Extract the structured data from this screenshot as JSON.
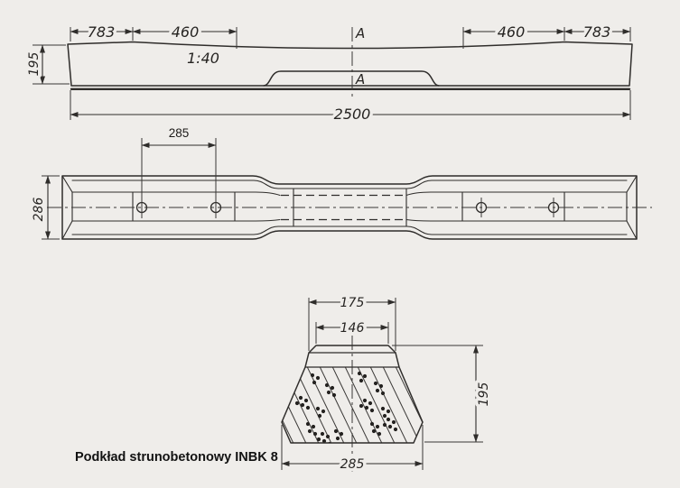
{
  "caption": "Podkład strunobetonowy INBK 8",
  "side_view": {
    "dim_783_left": "783",
    "dim_460_left": "460",
    "dim_460_right": "460",
    "dim_783_right": "783",
    "slope_label": "1:40",
    "dim_end_height": "195",
    "dim_total_length": "2500",
    "section_mark_top": "A",
    "section_mark_bottom": "A"
  },
  "plan_view": {
    "dim_hole_spacing": "285",
    "dim_width": "286"
  },
  "section_view": {
    "dim_top_width": "146",
    "dim_shoulder_width": "175",
    "dim_height": "195",
    "dim_base_width": "285"
  },
  "colors": {
    "background": "#efedea",
    "line": "#2f2d2b"
  }
}
